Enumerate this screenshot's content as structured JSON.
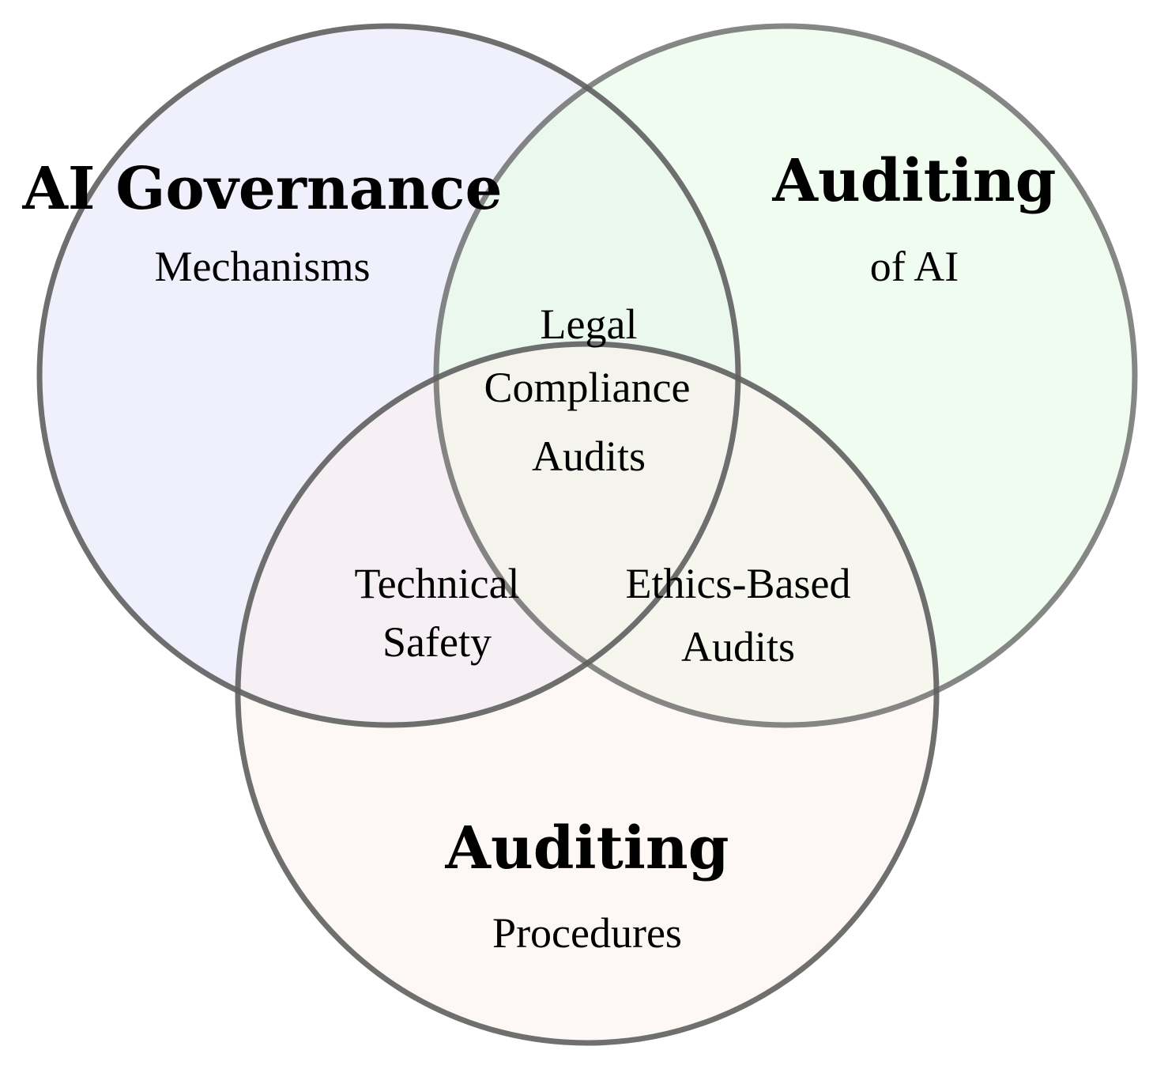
{
  "sets": [
    {
      "id": "governance",
      "title": "AI Governance",
      "subtitle": "Mechanisms",
      "fill": "#ededfc",
      "stroke": "#5f5f5f"
    },
    {
      "id": "auditing-ai",
      "title": "Auditing",
      "subtitle": "of AI",
      "fill": "#e9fbea",
      "stroke": "#5f5f5f"
    },
    {
      "id": "auditing-procedures",
      "title": "Auditing",
      "subtitle": "Procedures",
      "fill": "#fcf1ec",
      "stroke": "#5f5f5f"
    }
  ],
  "intersections": {
    "legal": [
      "Legal",
      "Compliance",
      "Audits"
    ],
    "technical": [
      "Technical",
      "Safety"
    ],
    "ethics": [
      "Ethics-Based",
      "Audits"
    ]
  }
}
